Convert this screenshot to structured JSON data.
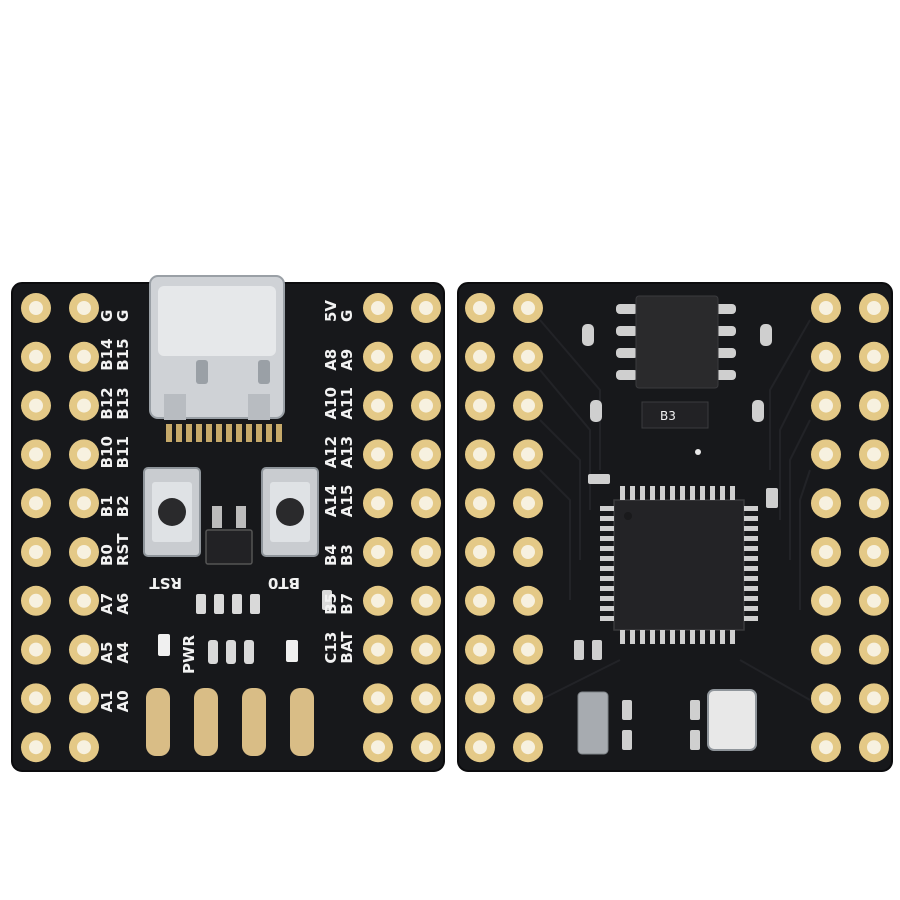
{
  "colors": {
    "pcb": "#17181b",
    "pcb_edge": "#0c0c0e",
    "pad_gold": "#e4c987",
    "pad_hole": "#f7f1e0",
    "silkscreen": "#f2f2f2",
    "usb_metal": "#cfd2d6",
    "chip": "#2a2a2c"
  },
  "front_board": {
    "left_labels": [
      "G",
      "G",
      "B14",
      "B15",
      "B12",
      "B13",
      "B10",
      "B11",
      "B1",
      "B2",
      "B0",
      "RST",
      "A7",
      "A6",
      "A5",
      "A4",
      "A1",
      "A0"
    ],
    "right_labels": [
      "5V",
      "G",
      "A8",
      "A9",
      "A10",
      "A11",
      "A12",
      "A13",
      "A14",
      "A15",
      "B4",
      "B3",
      "B5",
      "B7",
      "C13",
      "BAT"
    ],
    "button_left_label": "RST",
    "button_right_label": "BT0",
    "led_label": "PWR"
  },
  "back_board": {
    "flash_label": "B3"
  },
  "icons": [
    "usb-c-connector-icon",
    "tactile-button-icon",
    "mcu-chip-icon",
    "crystal-icon"
  ]
}
